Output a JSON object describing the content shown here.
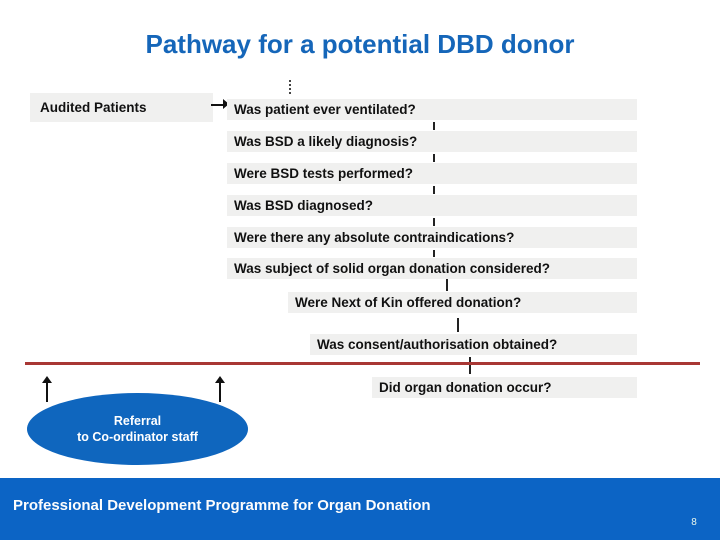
{
  "slide": {
    "title": "Pathway for a potential DBD donor",
    "audit_label": "Audited Patients",
    "flow_boxes": [
      "Was patient ever ventilated?",
      "Was BSD a likely diagnosis?",
      "Were BSD tests performed?",
      "Was BSD diagnosed?",
      "Were there any absolute contraindications?",
      "Was subject of solid organ donation considered?",
      "Were Next of Kin offered donation?",
      "Was consent/authorisation obtained?",
      "Did organ donation occur?"
    ],
    "referral_ellipse": {
      "line1": "Referral",
      "line2": "to Co-ordinator staff"
    },
    "footer": {
      "text": "Professional Development Programme for Organ Donation",
      "page_number": "8"
    },
    "icons": {
      "flow_arrow": "right-arrow",
      "referral_arrows": "up-arrow"
    },
    "colors": {
      "title_blue": "#1566B9",
      "box_gray": "#F0F0EF",
      "brand_blue": "#0C64C5",
      "ellipse_blue": "#0F66BE",
      "red_line": "#A83734"
    }
  }
}
